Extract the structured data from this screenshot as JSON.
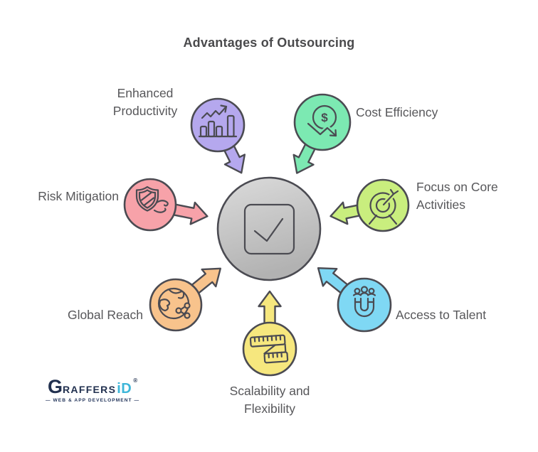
{
  "title": "Advantages of Outsourcing",
  "labels": {
    "enhanced_productivity": "Enhanced\nProductivity",
    "cost_efficiency": "Cost Efficiency",
    "risk_mitigation": "Risk Mitigation",
    "focus_core": "Focus on Core\nActivities",
    "global_reach": "Global Reach",
    "access_talent": "Access to Talent",
    "scalability": "Scalability and\nFlexibility"
  },
  "icons": {
    "enhanced_productivity": "bar-chart-growth-icon",
    "cost_efficiency": "dollar-decline-icon",
    "risk_mitigation": "shield-wind-icon",
    "focus_core": "target-dart-icon",
    "global_reach": "globe-network-icon",
    "scalability": "measuring-tape-icon",
    "access_talent": "magnet-people-icon",
    "center": "checkmark-box-icon",
    "dollar_glyph": "$"
  },
  "colors": {
    "enhanced_productivity": "#b5a8ee",
    "cost_efficiency": "#7ce9b2",
    "risk_mitigation": "#f7a2a9",
    "focus_core": "#c9ee7e",
    "global_reach": "#f8c38c",
    "scalability": "#f6e77e",
    "access_talent": "#7fd8f4",
    "center_top": "#dbdbdb",
    "center_bottom": "#b2b2b2",
    "outline": "#4b4b52"
  },
  "logo": {
    "g": "G",
    "raffers": "RAFFERS",
    "id": "iD",
    "registered": "®",
    "tagline": "—  WEB & APP DEVELOPMENT  —"
  }
}
